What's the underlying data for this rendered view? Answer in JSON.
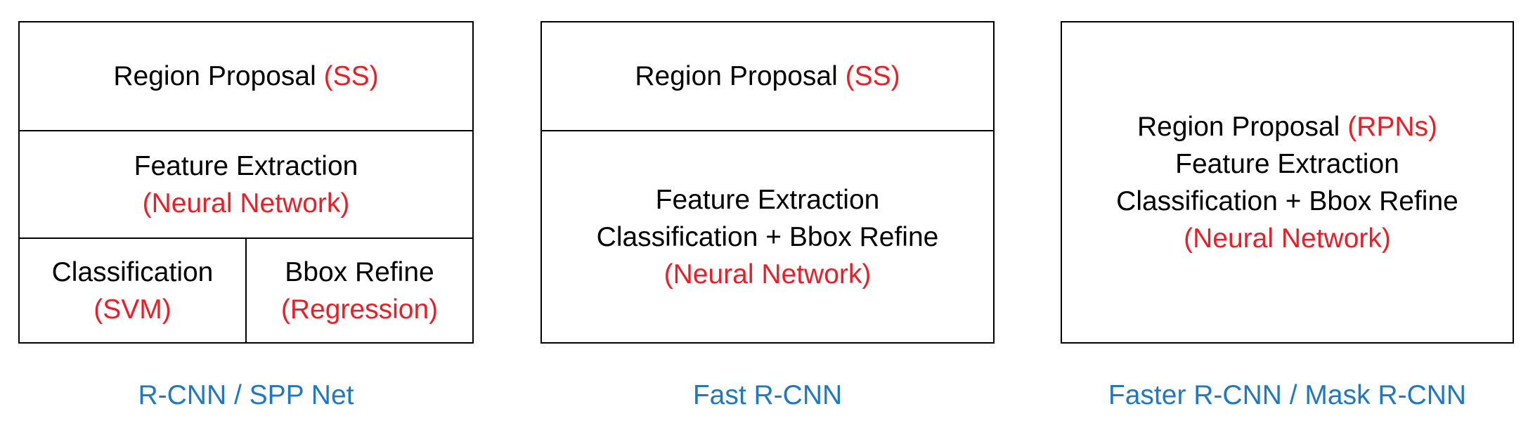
{
  "colors": {
    "text": "#000000",
    "highlight": "#ee1c25",
    "caption": "#1f78c1",
    "border": "#000000"
  },
  "rcnn": {
    "region_label": "Region Proposal",
    "region_method": "(SS)",
    "feature_label": "Feature Extraction",
    "feature_method": "(Neural Network)",
    "cls_label": "Classification",
    "cls_method": "(SVM)",
    "bbox_label": "Bbox Refine",
    "bbox_method": "(Regression)",
    "caption": "R-CNN / SPP Net"
  },
  "fast_rcnn": {
    "region_label": "Region Proposal",
    "region_method": "(SS)",
    "line1": "Feature Extraction",
    "line2": "Classification + Bbox Refine",
    "method": "(Neural Network)",
    "caption": "Fast R-CNN"
  },
  "faster_rcnn": {
    "region_label": "Region Proposal",
    "region_method": "(RPNs)",
    "line1": "Feature Extraction",
    "line2": "Classification + Bbox Refine",
    "method": "(Neural Network)",
    "caption": "Faster R-CNN / Mask R-CNN"
  }
}
